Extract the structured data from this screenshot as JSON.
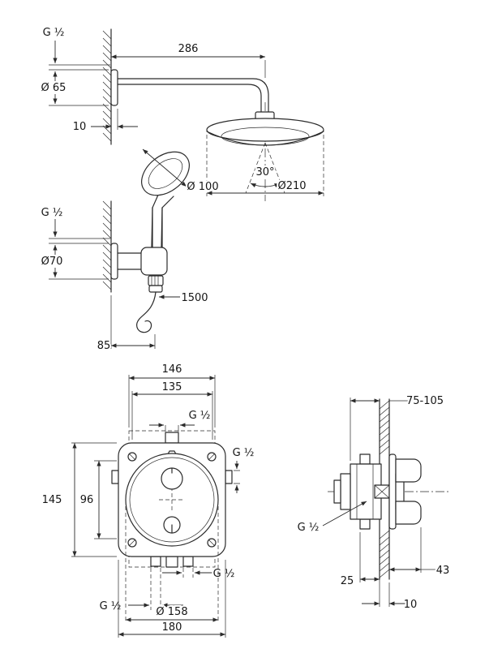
{
  "drawing": {
    "background": "#ffffff",
    "line_color": "#2b2b2b",
    "assembly": {
      "thread_top": "G ½",
      "flange_dia": "Ø 65",
      "flange_depth": "10",
      "arm_length": "286",
      "spray_angle": "30°",
      "hand_shower_dia": "Ø 100",
      "head_dia": "Ø210",
      "thread_holder": "G ½",
      "holder_dia": "Ø70",
      "hose_length": "1500",
      "wall_offset": "85"
    },
    "front": {
      "box_width": "146",
      "inner_width": "135",
      "thread_top": "G ½",
      "thread_right": "G ½",
      "height": "145",
      "port_span": "96",
      "thread_bottom_left": "G ½",
      "thread_bottom_right": "G ½",
      "escutcheon_dia": "Ø 158",
      "plate_width": "180"
    },
    "side": {
      "depth_range": "75-105",
      "thread": "G ½",
      "front_depth": "25",
      "handle_depth": "43",
      "wall_thickness": "10"
    }
  }
}
